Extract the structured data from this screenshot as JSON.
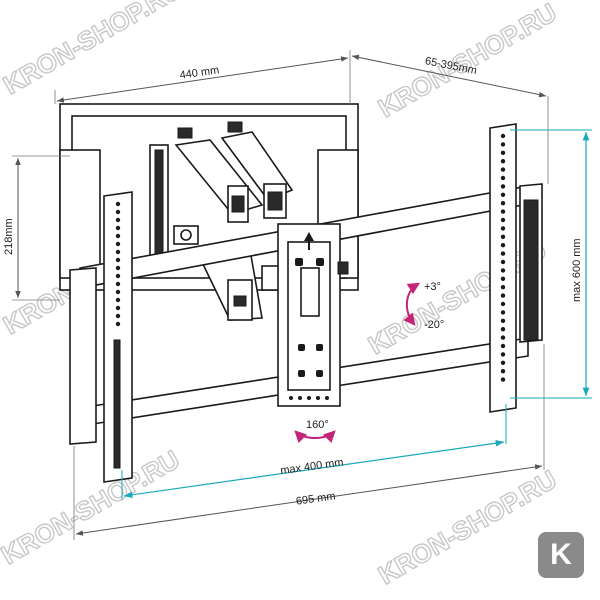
{
  "dimensions": {
    "top_width": "440 mm",
    "depth": "65-395mm",
    "left_height": "218mm",
    "max_vesa_height": "max 600 mm",
    "max_vesa_width": "max 400 mm",
    "total_width": "695 mm"
  },
  "tilt": {
    "up": "+3°",
    "down": "-20°"
  },
  "swivel": "160°",
  "watermark": "KRON-SHOP.RU",
  "logo_letter": "K",
  "colors": {
    "dimension_cyan": "#1aa9b8",
    "dimension_gray": "#555555",
    "watermark_gray": "#c8c8c8",
    "tilt_arrow": "#c2257a",
    "logo_bg": "#8a8a8a"
  }
}
